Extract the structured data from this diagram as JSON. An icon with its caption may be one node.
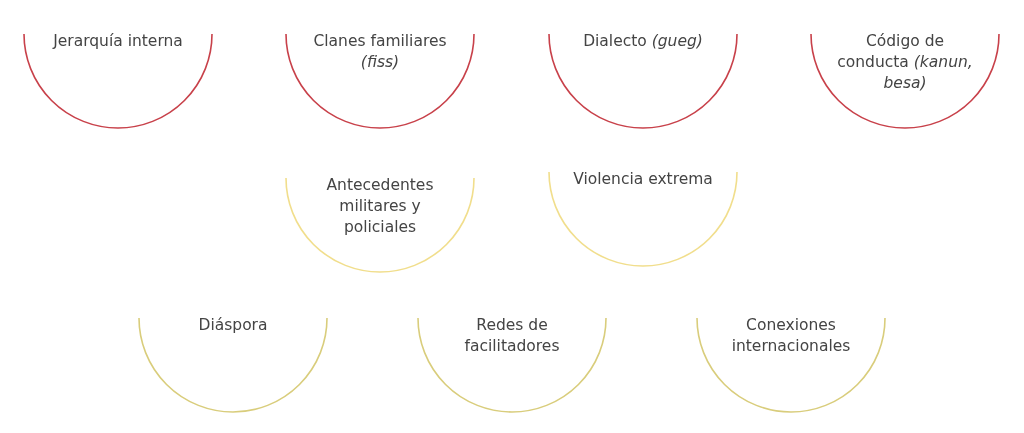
{
  "diagram": {
    "nodes": [
      {
        "text": [
          "Jerarquía interna"
        ]
      },
      {
        "text": [
          "Clanes familiares *(fiss)*"
        ]
      },
      {
        "text": [
          "Dialecto *(gueg)*"
        ]
      },
      {
        "text": [
          "Código de conducta *(kanun, besa)*"
        ]
      },
      {
        "text": [
          "Antecedentes militares y policiales"
        ]
      },
      {
        "text": [
          "Violencia extrema"
        ]
      },
      {
        "text": [
          "Diáspora"
        ]
      },
      {
        "text": [
          "Redes de facilitadores"
        ]
      },
      {
        "text": [
          "Conexiones internacionales"
        ]
      }
    ]
  }
}
